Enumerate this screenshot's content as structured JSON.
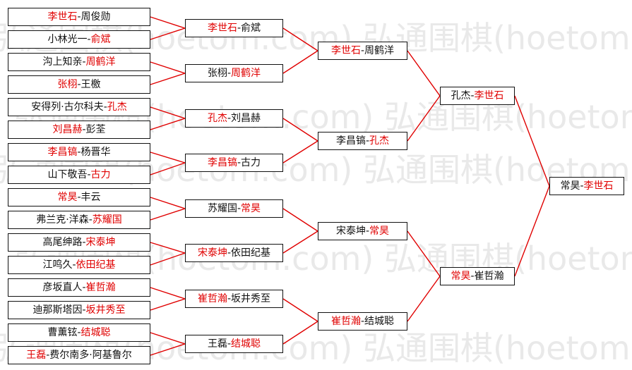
{
  "watermark": "弘通围棋(hoetom.com)",
  "colors": {
    "winner": "#e00000",
    "text": "#111111",
    "line": "#e00000",
    "box_border": "#111111"
  },
  "rounds": [
    [
      {
        "a": "李世石",
        "b": "周俊勋",
        "winner": "a"
      },
      {
        "a": "小林光一",
        "b": "俞斌",
        "winner": "b"
      },
      {
        "a": "沟上知亲",
        "b": "周鹤洋",
        "winner": "b"
      },
      {
        "a": "张栩",
        "b": "王檄",
        "winner": "a"
      },
      {
        "a": "安得列·古尔科夫",
        "b": "孔杰",
        "winner": "b"
      },
      {
        "a": "刘昌赫",
        "b": "彭荃",
        "winner": "a"
      },
      {
        "a": "李昌镐",
        "b": "杨晋华",
        "winner": "a"
      },
      {
        "a": "山下敬吾",
        "b": "古力",
        "winner": "b"
      },
      {
        "a": "常昊",
        "b": "丰云",
        "winner": "a"
      },
      {
        "a": "弗兰克·洋森",
        "b": "苏耀国",
        "winner": "b"
      },
      {
        "a": "高尾绅路",
        "b": "宋泰坤",
        "winner": "b"
      },
      {
        "a": "江鸣久",
        "b": "依田纪基",
        "winner": "b"
      },
      {
        "a": "彦坂直人",
        "b": "崔哲瀚",
        "winner": "b"
      },
      {
        "a": "迪那斯塔因",
        "b": "坂井秀至",
        "winner": "b"
      },
      {
        "a": "曹薰铉",
        "b": "结城聪",
        "winner": "b"
      },
      {
        "a": "王磊",
        "b": "费尔南多·阿基鲁尔",
        "winner": "a"
      }
    ],
    [
      {
        "a": "李世石",
        "b": "俞斌",
        "winner": "a"
      },
      {
        "a": "张栩",
        "b": "周鹤洋",
        "winner": "b"
      },
      {
        "a": "孔杰",
        "b": "刘昌赫",
        "winner": "a"
      },
      {
        "a": "李昌镐",
        "b": "古力",
        "winner": "a"
      },
      {
        "a": "苏耀国",
        "b": "常昊",
        "winner": "b"
      },
      {
        "a": "宋泰坤",
        "b": "依田纪基",
        "winner": "a"
      },
      {
        "a": "崔哲瀚",
        "b": "坂井秀至",
        "winner": "a"
      },
      {
        "a": "王磊",
        "b": "结城聪",
        "winner": "b"
      }
    ],
    [
      {
        "a": "李世石",
        "b": "周鹤洋",
        "winner": "a"
      },
      {
        "a": "李昌镐",
        "b": "孔杰",
        "winner": "b"
      },
      {
        "a": "宋泰坤",
        "b": "常昊",
        "winner": "b"
      },
      {
        "a": "崔哲瀚",
        "b": "结城聪",
        "winner": "a"
      }
    ],
    [
      {
        "a": "孔杰",
        "b": "李世石",
        "winner": "b"
      },
      {
        "a": "常昊",
        "b": "崔哲瀚",
        "winner": "a"
      }
    ],
    [
      {
        "a": "常昊",
        "b": "李世石",
        "winner": "b"
      }
    ]
  ]
}
